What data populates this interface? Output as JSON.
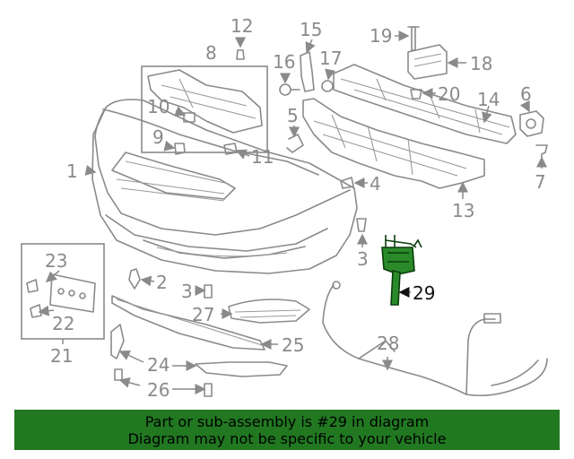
{
  "callouts": {
    "c1": "1",
    "c2": "2",
    "c3a": "3",
    "c3b": "3",
    "c4": "4",
    "c5": "5",
    "c6": "6",
    "c7": "7",
    "c8": "8",
    "c9": "9",
    "c10": "10",
    "c11": "11",
    "c12": "12",
    "c13": "13",
    "c14": "14",
    "c15": "15",
    "c16": "16",
    "c17": "17",
    "c18": "18",
    "c19": "19",
    "c20": "20",
    "c21": "21",
    "c22": "22",
    "c23": "23",
    "c24": "24",
    "c25": "25",
    "c26": "26",
    "c27": "27",
    "c28": "28",
    "c29": "29"
  },
  "highlighted_part": "29",
  "colors": {
    "highlight": "#2a8a2a",
    "banner": "#217821",
    "linework": "#8a8a8a"
  },
  "banner": {
    "line1": "Part or sub-assembly is #29 in diagram",
    "line2": "Diagram may not be specific to your vehicle"
  }
}
